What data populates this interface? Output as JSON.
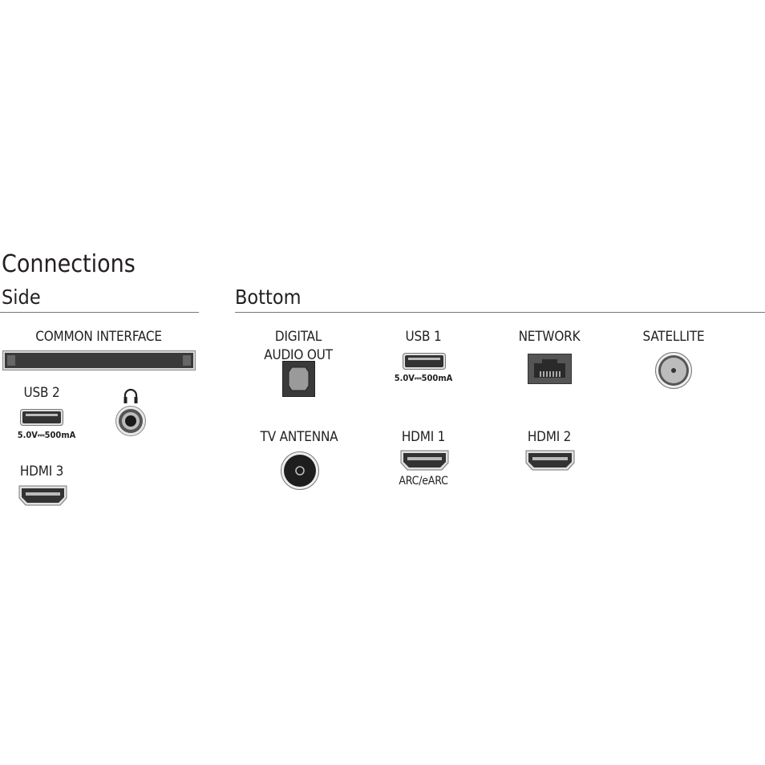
{
  "title": "Connections",
  "side": {
    "heading": "Side",
    "common_interface": "COMMON INTERFACE",
    "usb2": {
      "label": "USB 2",
      "spec": "5.0V⎓500mA"
    },
    "headphone": {
      "icon": "headphones-icon"
    },
    "hdmi3": {
      "label": "HDMI 3"
    }
  },
  "bottom": {
    "heading": "Bottom",
    "digital_audio_out": {
      "line1": "DIGITAL",
      "line2": "AUDIO OUT"
    },
    "usb1": {
      "label": "USB 1",
      "spec": "5.0V⎓500mA"
    },
    "network": {
      "label": "NETWORK"
    },
    "satellite": {
      "label": "SATELLITE"
    },
    "tv_antenna": {
      "label": "TV ANTENNA"
    },
    "hdmi1": {
      "label": "HDMI 1",
      "note": "ARC/eARC"
    },
    "hdmi2": {
      "label": "HDMI 2"
    }
  }
}
